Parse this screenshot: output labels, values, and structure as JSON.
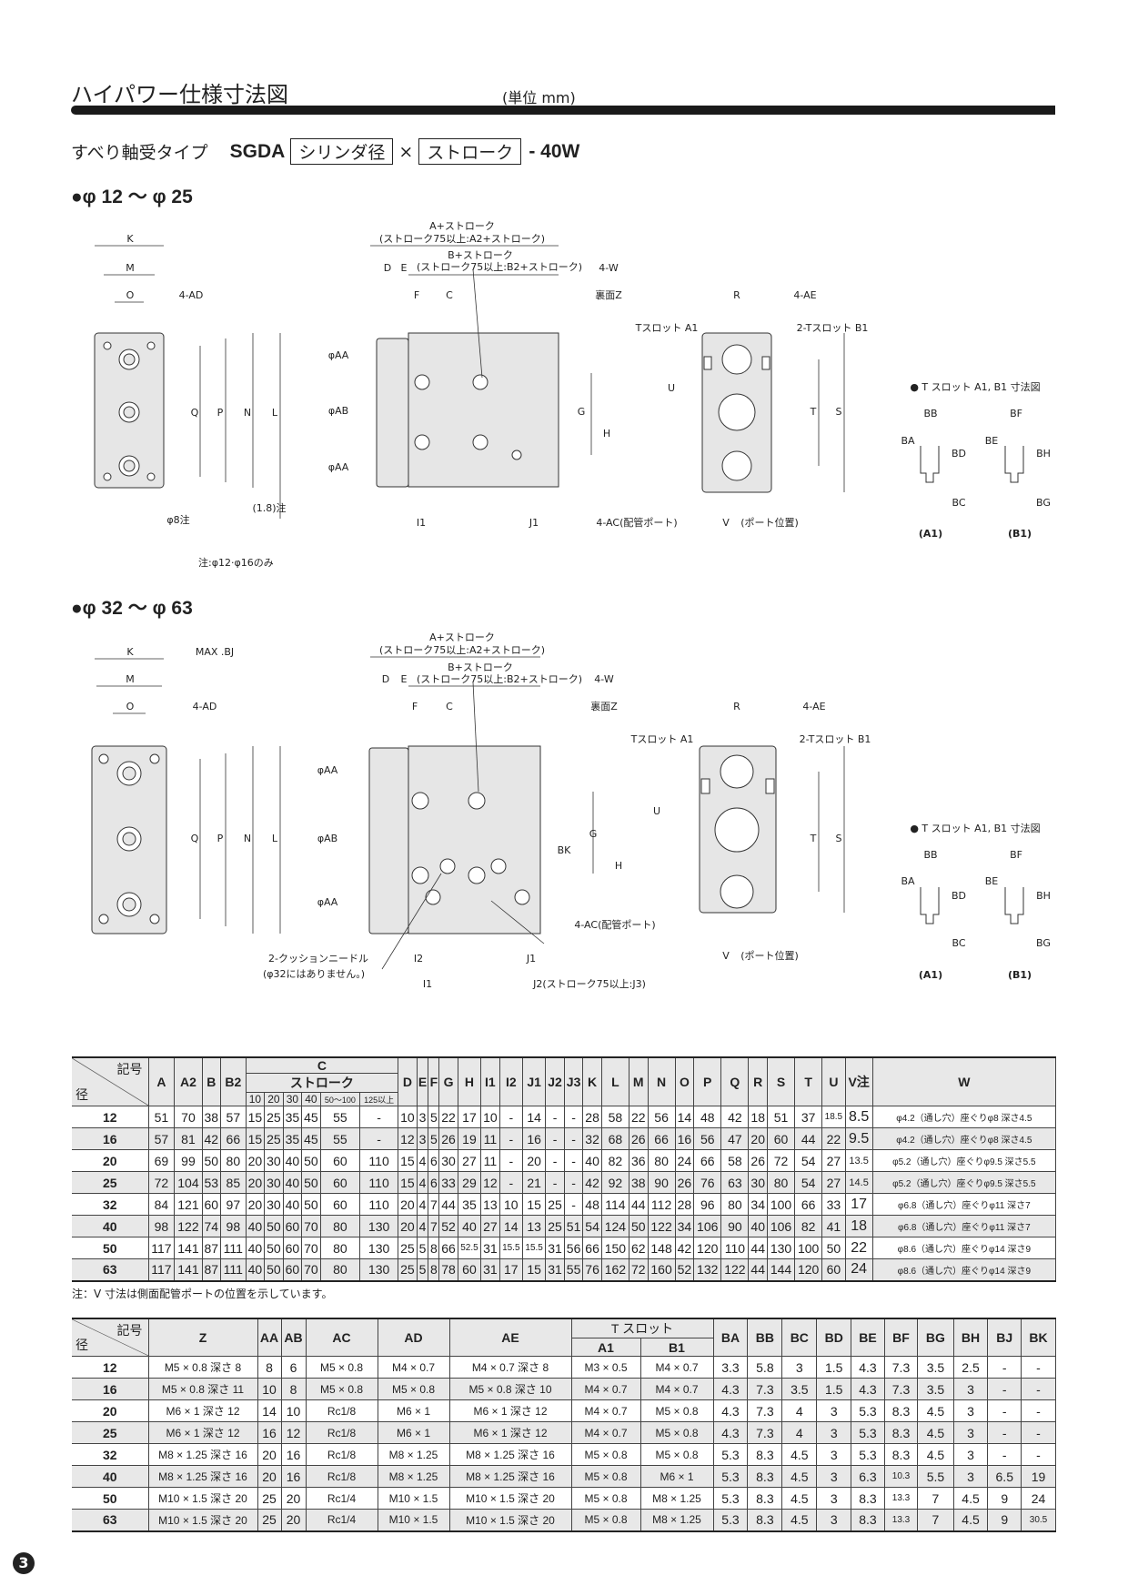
{
  "header": {
    "title": "ハイパワー仕様寸法図",
    "unit": "(単位 mm)"
  },
  "subtitle": {
    "type": "すべり軸受タイプ",
    "model": "SGDA",
    "bore_box": "シリンダ径",
    "times": "×",
    "stroke_box": "ストローク",
    "suffix": "- 40W"
  },
  "section1": {
    "title": "●φ 12 〜 φ 25",
    "labels": {
      "K": "K",
      "M": "M",
      "O": "O",
      "AD": "4-AD",
      "Q": "Q",
      "P": "P",
      "N": "N",
      "L": "L",
      "phi8": "φ8注",
      "l18": "(1.8)注",
      "note": "注:φ12·φ16のみ",
      "A": "A+ストローク",
      "A2": "(ストローク75以上:A2+ストローク)",
      "B": "B+ストローク",
      "B2": "(ストローク75以上:B2+ストローク)",
      "D": "D",
      "E": "E",
      "F": "F",
      "C": "C",
      "W": "4-W",
      "Z": "裏面Z",
      "AA1": "φAA",
      "AB": "φAB",
      "AA2": "φAA",
      "G": "G",
      "H": "H",
      "I1": "I1",
      "J1": "J1",
      "AC": "4-AC(配管ポート)",
      "R": "R",
      "AE": "4-AE",
      "TA1": "Tスロット A1",
      "TB1": "2-Tスロット B1",
      "U": "U",
      "T": "T",
      "S": "S",
      "V": "V",
      "Vpos": "(ポート位置)",
      "ts_title": "● T スロット A1, B1 寸法図",
      "BB": "BB",
      "BF": "BF",
      "BA": "BA",
      "BE": "BE",
      "BD": "BD",
      "BH": "BH",
      "BC": "BC",
      "BG": "BG",
      "tA1": "(A1)",
      "tB1": "(B1)"
    }
  },
  "section2": {
    "title": "●φ 32 〜 φ 63",
    "labels": {
      "K": "K",
      "BJ": "MAX .BJ",
      "M": "M",
      "O": "O",
      "AD": "4-AD",
      "Q": "Q",
      "P": "P",
      "N": "N",
      "L": "L",
      "A": "A+ストローク",
      "A2": "(ストローク75以上:A2+ストローク)",
      "B": "B+ストローク",
      "B2": "(ストローク75以上:B2+ストローク)",
      "D": "D",
      "E": "E",
      "F": "F",
      "C": "C",
      "W": "4-W",
      "Z": "裏面Z",
      "AA1": "φAA",
      "AB": "φAB",
      "AA2": "φAA",
      "BK": "BK",
      "G": "G",
      "H": "H",
      "AC": "4-AC(配管ポート)",
      "needle": "2-クッションニードル",
      "needle_note": "(φ32にはありません。)",
      "I2": "I2",
      "I1": "I1",
      "J1": "J1",
      "J2": "J2(ストローク75以上:J3)",
      "R": "R",
      "AE": "4-AE",
      "TA1": "Tスロット A1",
      "TB1": "2-Tスロット B1",
      "U": "U",
      "T": "T",
      "S": "S",
      "V": "V",
      "Vpos": "(ポート位置)",
      "ts_title": "● T スロット A1, B1 寸法図",
      "BB": "BB",
      "BF": "BF",
      "BA": "BA",
      "BE": "BE",
      "BD": "BD",
      "BH": "BH",
      "BC": "BC",
      "BG": "BG",
      "tA1": "(A1)",
      "tB1": "(B1)"
    }
  },
  "table1": {
    "corner_symbol": "記号",
    "corner_bore": "径",
    "headers_pre": [
      "A",
      "A2",
      "B",
      "B2"
    ],
    "c_label": "C",
    "c_stroke": "ストローク",
    "c_sub": [
      "10",
      "20",
      "30",
      "40",
      "50〜100",
      "125以上"
    ],
    "headers_post": [
      "D",
      "E",
      "F",
      "G",
      "H",
      "I1",
      "I2",
      "J1",
      "J2",
      "J3",
      "K",
      "L",
      "M",
      "N",
      "O",
      "P",
      "Q",
      "R",
      "S",
      "T",
      "U",
      "V注"
    ],
    "w_label": "W",
    "rows": [
      [
        "12",
        "51",
        "70",
        "38",
        "57",
        "15",
        "25",
        "35",
        "45",
        "55",
        "-",
        "10",
        "3",
        "5",
        "22",
        "17",
        "10",
        "-",
        "14",
        "-",
        "-",
        "28",
        "58",
        "22",
        "56",
        "14",
        "48",
        "42",
        "18",
        "51",
        "37",
        "18.5",
        "8.5",
        "φ4.2（通し穴）座ぐりφ8 深さ4.5"
      ],
      [
        "16",
        "57",
        "81",
        "42",
        "66",
        "15",
        "25",
        "35",
        "45",
        "55",
        "-",
        "12",
        "3",
        "5",
        "26",
        "19",
        "11",
        "-",
        "16",
        "-",
        "-",
        "32",
        "68",
        "26",
        "66",
        "16",
        "56",
        "47",
        "20",
        "60",
        "44",
        "22",
        "9.5",
        "φ4.2（通し穴）座ぐりφ8 深さ4.5"
      ],
      [
        "20",
        "69",
        "99",
        "50",
        "80",
        "20",
        "30",
        "40",
        "50",
        "60",
        "110",
        "15",
        "4",
        "6",
        "30",
        "27",
        "11",
        "-",
        "20",
        "-",
        "-",
        "40",
        "82",
        "36",
        "80",
        "24",
        "66",
        "58",
        "26",
        "72",
        "54",
        "27",
        "13.5",
        "φ5.2（通し穴）座ぐりφ9.5 深さ5.5"
      ],
      [
        "25",
        "72",
        "104",
        "53",
        "85",
        "20",
        "30",
        "40",
        "50",
        "60",
        "110",
        "15",
        "4",
        "6",
        "33",
        "29",
        "12",
        "-",
        "21",
        "-",
        "-",
        "42",
        "92",
        "38",
        "90",
        "26",
        "76",
        "63",
        "30",
        "80",
        "54",
        "27",
        "14.5",
        "φ5.2（通し穴）座ぐりφ9.5 深さ5.5"
      ],
      [
        "32",
        "84",
        "121",
        "60",
        "97",
        "20",
        "30",
        "40",
        "50",
        "60",
        "110",
        "20",
        "4",
        "7",
        "44",
        "35",
        "13",
        "10",
        "15",
        "25",
        "-",
        "48",
        "114",
        "44",
        "112",
        "28",
        "96",
        "80",
        "34",
        "100",
        "66",
        "33",
        "17",
        "φ6.8（通し穴）座ぐりφ11 深さ7"
      ],
      [
        "40",
        "98",
        "122",
        "74",
        "98",
        "40",
        "50",
        "60",
        "70",
        "80",
        "130",
        "20",
        "4",
        "7",
        "52",
        "40",
        "27",
        "14",
        "13",
        "25",
        "51",
        "54",
        "124",
        "50",
        "122",
        "34",
        "106",
        "90",
        "40",
        "106",
        "82",
        "41",
        "18",
        "φ6.8（通し穴）座ぐりφ11 深さ7"
      ],
      [
        "50",
        "117",
        "141",
        "87",
        "111",
        "40",
        "50",
        "60",
        "70",
        "80",
        "130",
        "25",
        "5",
        "8",
        "66",
        "52.5",
        "31",
        "15.5",
        "15.5",
        "31",
        "56",
        "66",
        "150",
        "62",
        "148",
        "42",
        "120",
        "110",
        "44",
        "130",
        "100",
        "50",
        "22",
        "φ8.6（通し穴）座ぐりφ14 深さ9"
      ],
      [
        "63",
        "117",
        "141",
        "87",
        "111",
        "40",
        "50",
        "60",
        "70",
        "80",
        "130",
        "25",
        "5",
        "8",
        "78",
        "60",
        "31",
        "17",
        "15",
        "31",
        "55",
        "76",
        "162",
        "72",
        "160",
        "52",
        "132",
        "122",
        "44",
        "144",
        "120",
        "60",
        "24",
        "φ8.6（通し穴）座ぐりφ14 深さ9"
      ]
    ],
    "note": "注：V 寸法は側面配管ポートの位置を示しています。"
  },
  "table2": {
    "corner_symbol": "記号",
    "corner_bore": "径",
    "headers_pre": [
      "Z",
      "AA",
      "AB",
      "AC",
      "AD",
      "AE"
    ],
    "tslot_label": "T スロット",
    "tslot_sub": [
      "A1",
      "B1"
    ],
    "headers_post": [
      "BA",
      "BB",
      "BC",
      "BD",
      "BE",
      "BF",
      "BG",
      "BH",
      "BJ",
      "BK"
    ],
    "rows": [
      [
        "12",
        "M5 × 0.8 深さ 8",
        "8",
        "6",
        "M5 × 0.8",
        "M4 × 0.7",
        "M4 × 0.7 深さ 8",
        "M3 × 0.5",
        "M4 × 0.7",
        "3.3",
        "5.8",
        "3",
        "1.5",
        "4.3",
        "7.3",
        "3.5",
        "2.5",
        "-",
        "-"
      ],
      [
        "16",
        "M5 × 0.8 深さ 11",
        "10",
        "8",
        "M5 × 0.8",
        "M5 × 0.8",
        "M5 × 0.8 深さ 10",
        "M4 × 0.7",
        "M4 × 0.7",
        "4.3",
        "7.3",
        "3.5",
        "1.5",
        "4.3",
        "7.3",
        "3.5",
        "3",
        "-",
        "-"
      ],
      [
        "20",
        "M6 × 1 深さ 12",
        "14",
        "10",
        "Rc1/8",
        "M6 × 1",
        "M6 × 1 深さ 12",
        "M4 × 0.7",
        "M5 × 0.8",
        "4.3",
        "7.3",
        "4",
        "3",
        "5.3",
        "8.3",
        "4.5",
        "3",
        "-",
        "-"
      ],
      [
        "25",
        "M6 × 1 深さ 12",
        "16",
        "12",
        "Rc1/8",
        "M6 × 1",
        "M6 × 1 深さ 12",
        "M4 × 0.7",
        "M5 × 0.8",
        "4.3",
        "7.3",
        "4",
        "3",
        "5.3",
        "8.3",
        "4.5",
        "3",
        "-",
        "-"
      ],
      [
        "32",
        "M8 × 1.25 深さ 16",
        "20",
        "16",
        "Rc1/8",
        "M8 × 1.25",
        "M8 × 1.25 深さ 16",
        "M5 × 0.8",
        "M5 × 0.8",
        "5.3",
        "8.3",
        "4.5",
        "3",
        "5.3",
        "8.3",
        "4.5",
        "3",
        "-",
        "-"
      ],
      [
        "40",
        "M8 × 1.25 深さ 16",
        "20",
        "16",
        "Rc1/8",
        "M8 × 1.25",
        "M8 × 1.25 深さ 16",
        "M5 × 0.8",
        "M6 × 1",
        "5.3",
        "8.3",
        "4.5",
        "3",
        "6.3",
        "10.3",
        "5.5",
        "3",
        "6.5",
        "19"
      ],
      [
        "50",
        "M10 × 1.5 深さ 20",
        "25",
        "20",
        "Rc1/4",
        "M10 × 1.5",
        "M10 × 1.5 深さ 20",
        "M5 × 0.8",
        "M8 × 1.25",
        "5.3",
        "8.3",
        "4.5",
        "3",
        "8.3",
        "13.3",
        "7",
        "4.5",
        "9",
        "24"
      ],
      [
        "63",
        "M10 × 1.5 深さ 20",
        "25",
        "20",
        "Rc1/4",
        "M10 × 1.5",
        "M10 × 1.5 深さ 20",
        "M5 × 0.8",
        "M8 × 1.25",
        "5.3",
        "8.3",
        "4.5",
        "3",
        "8.3",
        "13.3",
        "7",
        "4.5",
        "9",
        "30.5"
      ]
    ]
  },
  "page_number": "3"
}
